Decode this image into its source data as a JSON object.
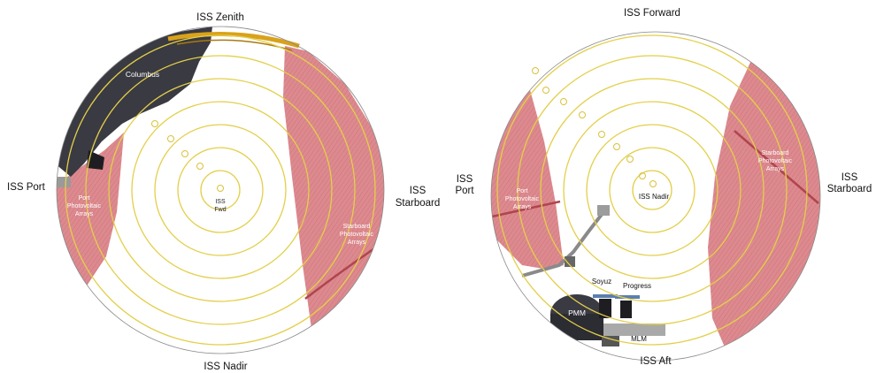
{
  "left_view": {
    "top_label": "ISS Zenith",
    "bottom_label": "ISS Nadir",
    "left_label": "ISS Port",
    "right_label_line1": "ISS",
    "right_label_line2": "Starboard",
    "center_label_line1": "ISS",
    "center_label_line2": "Fwd",
    "columbus_label": "Columbus",
    "port_array_line1": "Port",
    "port_array_line2": "Photovoltaic",
    "port_array_line3": "Arrays",
    "starboard_array_line1": "Starboard",
    "starboard_array_line2": "Photovoltaic",
    "starboard_array_line3": "Arrays"
  },
  "right_view": {
    "top_label": "ISS Forward",
    "bottom_label": "ISS Aft",
    "left_label_line1": "ISS",
    "left_label_line2": "Port",
    "right_label_line1": "ISS",
    "right_label_line2": "Starboard",
    "center_label": "ISS Nadir",
    "port_array_line1": "Port",
    "port_array_line2": "Photovoltaic",
    "port_array_line3": "Arrays",
    "starboard_array_line1": "Starboard",
    "starboard_array_line2": "Photovoltaic",
    "starboard_array_line3": "Arrays",
    "soyuz_label": "Soyuz",
    "progress_label": "Progress",
    "pmm_label": "PMM",
    "mlm_label": "MLM"
  },
  "colors": {
    "ring": "#e3cf4a",
    "array_fill": "#dc8a8f",
    "module_dark": "#3a3a42",
    "boundary": "#555555"
  }
}
